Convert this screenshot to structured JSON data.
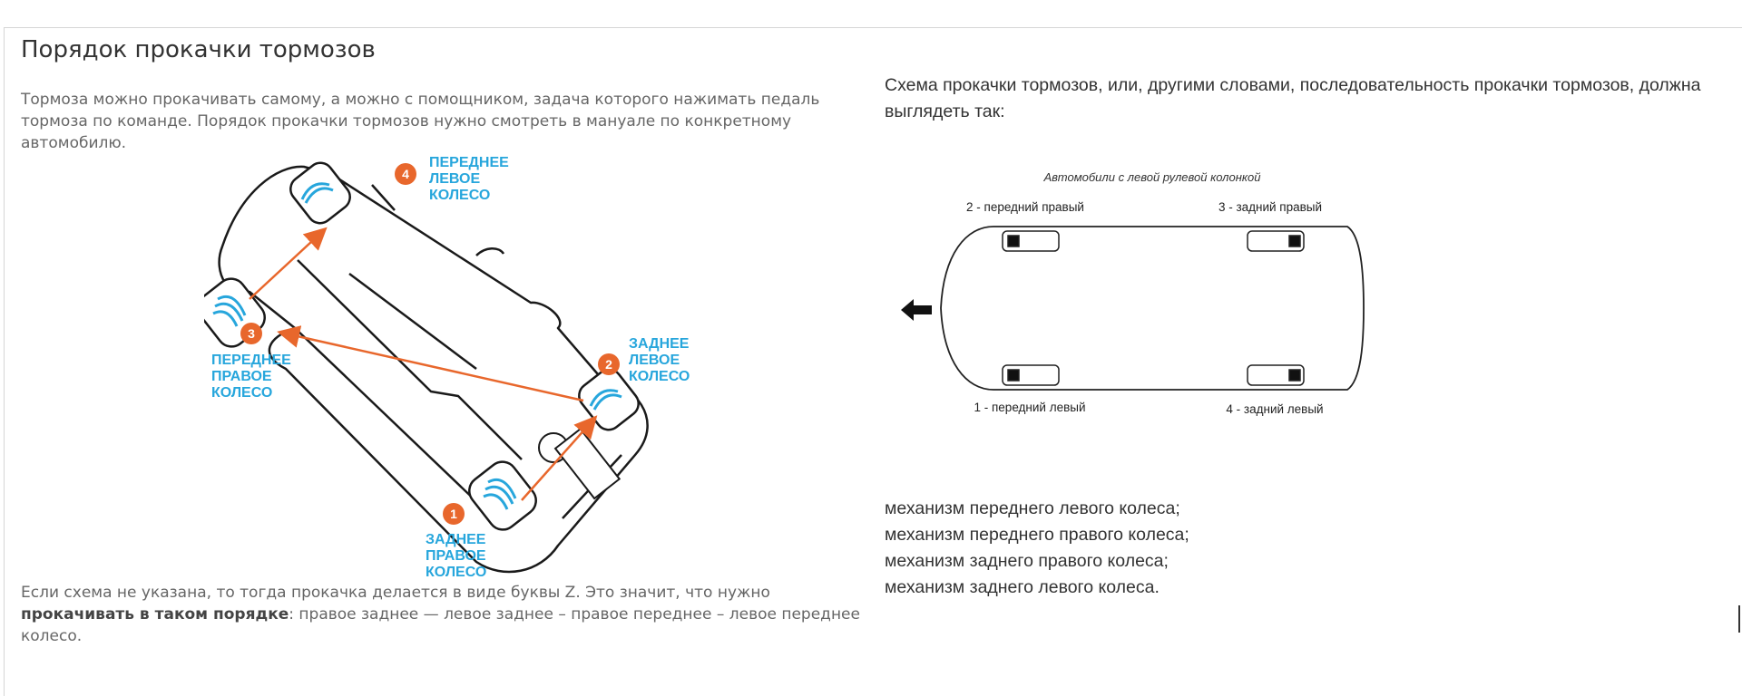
{
  "article": {
    "title": "Порядок прокачки тормозов",
    "left_intro": "Тормоза можно прокачивать самому, а можно с помощником, задача которого нажимать педаль тормоза по команде. Порядок прокачки тормозов нужно смотреть в мануале по конкретному автомобилю.",
    "left_bottom_pre": "Если схема не указана, то тогда прокачка делается в виде буквы Z. Это значит, что нужно ",
    "left_bottom_bold": "прокачивать в таком порядке",
    "left_bottom_post": ": правое заднее — левое заднее – правое переднее – левое переднее колесо.",
    "right_intro": "Схема прокачки тормозов, или, другими словами, последовательность прокачки тормозов, должна выглядеть так:",
    "right_list": [
      "механизм переднего левого колеса;",
      "механизм переднего правого колеса;",
      "механизм заднего правого колеса;",
      "механизм заднего левого колеса."
    ]
  },
  "diagram_left": {
    "wheels": [
      {
        "num": "1",
        "line1": "ЗАДНЕЕ",
        "line2": "ПРАВОЕ",
        "line3": "КОЛЕСО"
      },
      {
        "num": "2",
        "line1": "ЗАДНЕЕ",
        "line2": "ЛЕВОЕ",
        "line3": "КОЛЕСО"
      },
      {
        "num": "3",
        "line1": "ПЕРЕДНЕЕ",
        "line2": "ПРАВОЕ",
        "line3": "КОЛЕСО"
      },
      {
        "num": "4",
        "line1": "ПЕРЕДНЕЕ",
        "line2": "ЛЕВОЕ",
        "line3": "КОЛЕСО"
      }
    ],
    "colors": {
      "accent": "#e8672c",
      "label": "#27a6dc"
    }
  },
  "diagram_right": {
    "title": "Автомобили с левой рулевой колонкой",
    "labels": {
      "front_right": "2 - передний правый",
      "rear_right": "3 - задний правый",
      "front_left": "1 - передний левый",
      "rear_left": "4 - задний левый"
    }
  }
}
